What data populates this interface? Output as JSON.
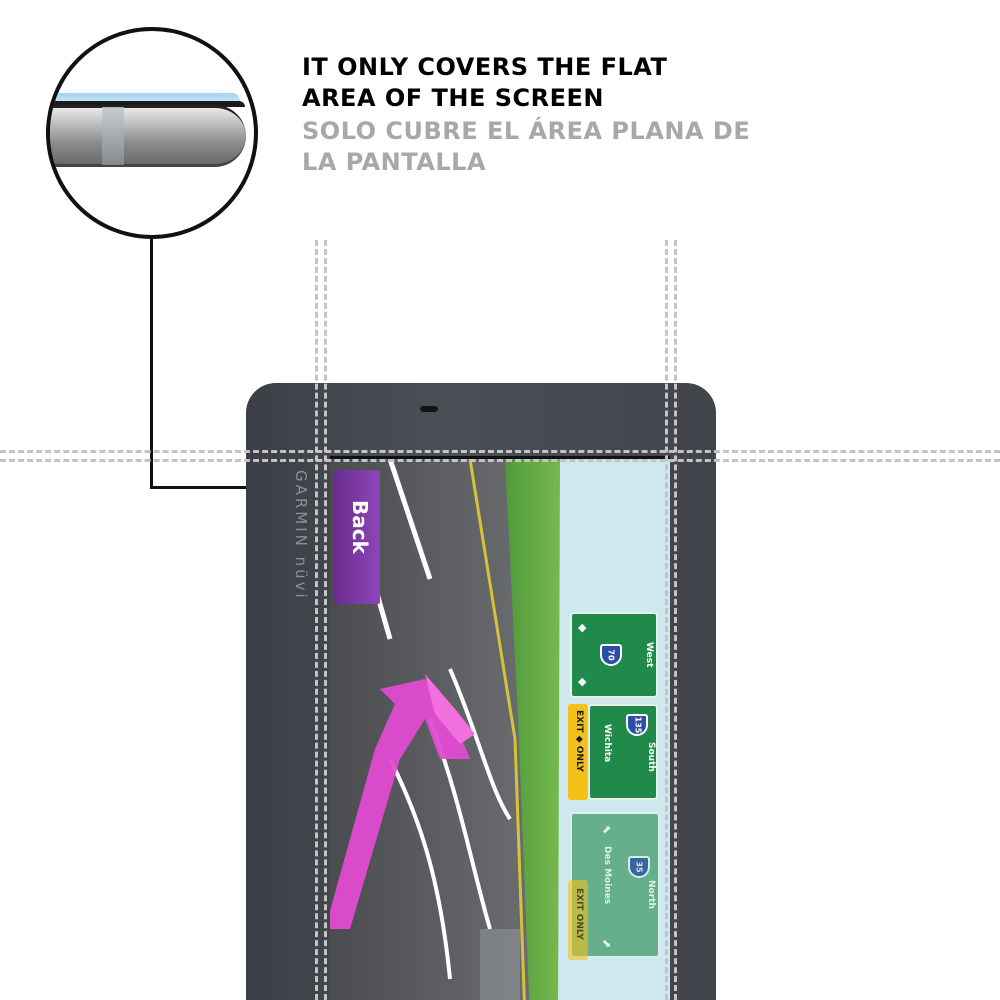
{
  "headline": {
    "en_line1": "IT ONLY COVERS THE FLAT",
    "en_line2": "AREA OF THE SCREEN",
    "es_line1": "SOLO CUBRE EL ÁREA PLANA DE",
    "es_line2": "LA PANTALLA"
  },
  "device": {
    "brand": "GARMIN nüvi",
    "back_button": "Back"
  },
  "signs": {
    "sign1_direction": "West",
    "sign1_route": "70",
    "sign2_direction": "South",
    "sign2_route": "135",
    "sign2_city": "Wichita",
    "sign2_exit": "EXIT ◆ ONLY",
    "sign3_direction": "North",
    "sign3_route": "35",
    "sign3_city": "Des Moines",
    "sign3_exit": "EXIT ONLY"
  },
  "colors": {
    "headline_en": "#000000",
    "headline_es": "#a8a8a8",
    "film": "#9fd2f2",
    "back_button": "#7b3aa5",
    "sign_green": "#1f8a4a",
    "exit_yellow": "#f2c21b",
    "route_arrow": "#e24bd2",
    "guide_dash": "#c4c4c4"
  },
  "icons": {
    "magnifier": "zoom-detail-icon",
    "route_arrow": "turn-arrow-icon",
    "interstate_shield": "interstate-shield-icon"
  }
}
